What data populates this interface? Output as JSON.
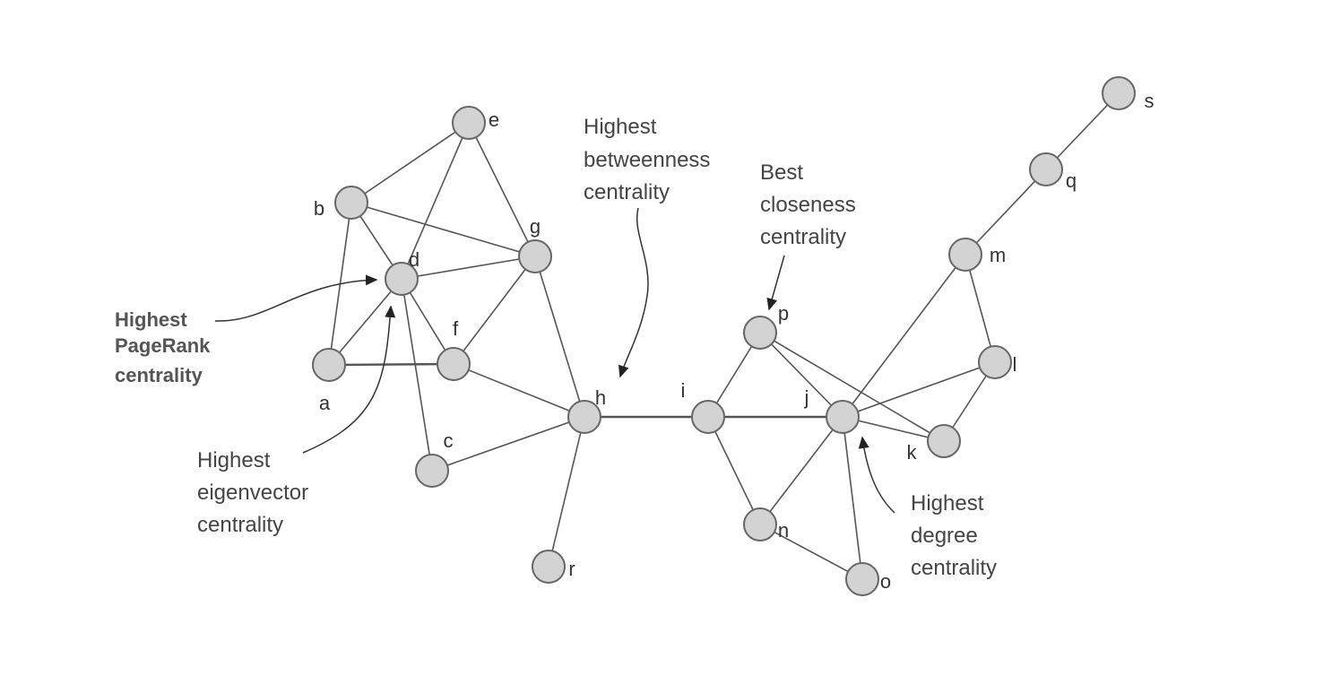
{
  "diagram": {
    "nodes": [
      "a",
      "b",
      "c",
      "d",
      "e",
      "f",
      "g",
      "h",
      "i",
      "j",
      "k",
      "l",
      "m",
      "n",
      "o",
      "p",
      "q",
      "r",
      "s"
    ],
    "edges": [
      [
        "e",
        "b"
      ],
      [
        "e",
        "d"
      ],
      [
        "e",
        "g"
      ],
      [
        "b",
        "d"
      ],
      [
        "b",
        "g"
      ],
      [
        "b",
        "a"
      ],
      [
        "d",
        "g"
      ],
      [
        "d",
        "a"
      ],
      [
        "d",
        "f"
      ],
      [
        "d",
        "c"
      ],
      [
        "a",
        "f"
      ],
      [
        "f",
        "g"
      ],
      [
        "f",
        "h"
      ],
      [
        "g",
        "h"
      ],
      [
        "c",
        "h"
      ],
      [
        "h",
        "r"
      ],
      [
        "h",
        "i"
      ],
      [
        "i",
        "j"
      ],
      [
        "i",
        "p"
      ],
      [
        "i",
        "n"
      ],
      [
        "p",
        "j"
      ],
      [
        "p",
        "k"
      ],
      [
        "j",
        "k"
      ],
      [
        "j",
        "l"
      ],
      [
        "j",
        "m"
      ],
      [
        "j",
        "n"
      ],
      [
        "j",
        "o"
      ],
      [
        "n",
        "o"
      ],
      [
        "m",
        "l"
      ],
      [
        "l",
        "k"
      ],
      [
        "m",
        "q"
      ],
      [
        "q",
        "s"
      ]
    ],
    "annotations": {
      "pagerank": [
        "Highest",
        "PageRank",
        "centrality"
      ],
      "eigenvector": [
        "Highest",
        "eigenvector",
        "centrality"
      ],
      "betweenness": [
        "Highest",
        "betweenness",
        "centrality"
      ],
      "closeness": [
        "Best",
        "closeness",
        "centrality"
      ],
      "degree": [
        "Highest",
        "degree",
        "centrality"
      ]
    },
    "colors": {
      "node_fill": "#d3d3d3",
      "node_stroke": "#666666",
      "edge": "#555555"
    }
  }
}
